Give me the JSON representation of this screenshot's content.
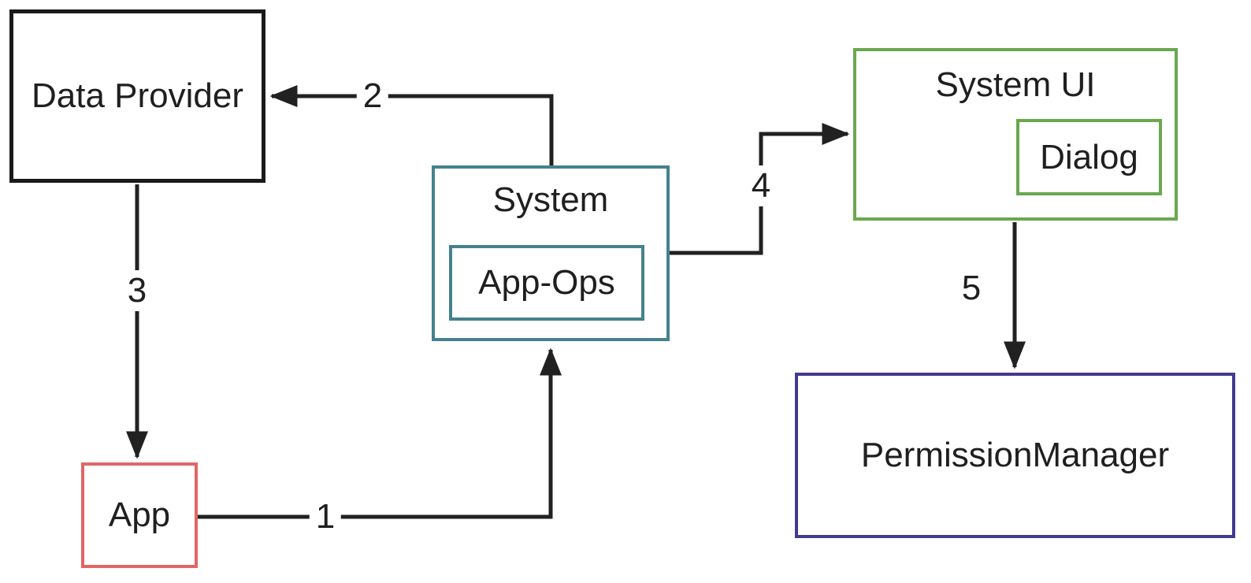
{
  "colors": {
    "background": "#ffffff",
    "text": "#1f1f1f",
    "connector": "#212121",
    "node-default": "#1a1a1a",
    "node-app": "#e06666",
    "node-system": "#45818e",
    "node-system-ui": "#6aa84f",
    "node-permission-manager": "#413a90"
  },
  "nodes": {
    "data_provider": {
      "label": "Data Provider"
    },
    "app": {
      "label": "App"
    },
    "system": {
      "label": "System",
      "children": {
        "app_ops": {
          "label": "App-Ops"
        }
      }
    },
    "system_ui": {
      "label": "System UI",
      "children": {
        "dialog": {
          "label": "Dialog"
        }
      }
    },
    "permission_manager": {
      "label": "PermissionManager"
    }
  },
  "edges": [
    {
      "label": "1",
      "from": "app",
      "to": "system"
    },
    {
      "label": "2",
      "from": "system",
      "to": "data_provider"
    },
    {
      "label": "3",
      "from": "data_provider",
      "to": "app"
    },
    {
      "label": "4",
      "from": "system",
      "to": "system_ui"
    },
    {
      "label": "5",
      "from": "system_ui",
      "to": "permission_manager"
    }
  ]
}
